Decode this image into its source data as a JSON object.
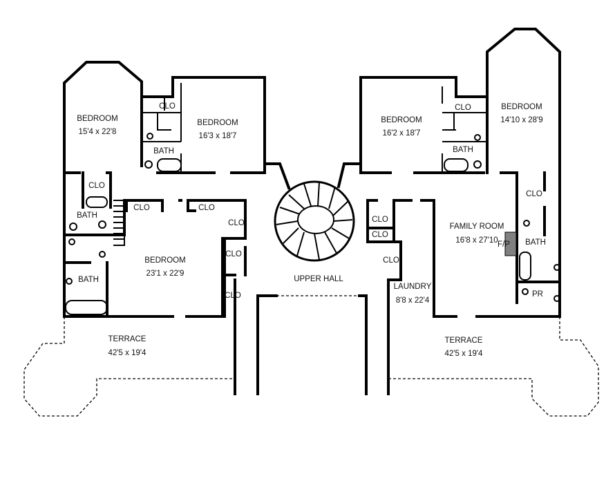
{
  "rooms": {
    "bedroom_nw": {
      "name": "BEDROOM",
      "size": "15'4 x 22'8"
    },
    "bedroom_n_left": {
      "name": "BEDROOM",
      "size": "16'3 x 18'7"
    },
    "bedroom_n_right": {
      "name": "BEDROOM",
      "size": "16'2 x 18'7"
    },
    "bedroom_ne": {
      "name": "BEDROOM",
      "size": "14'10 x 28'9"
    },
    "bedroom_sw": {
      "name": "BEDROOM",
      "size": "23'1 x 22'9"
    },
    "family_room": {
      "name": "FAMILY ROOM",
      "size": "16'8 x 27'10"
    },
    "laundry": {
      "name": "LAUNDRY",
      "size": "8'8 x 22'4"
    },
    "upper_hall": {
      "name": "UPPER HALL"
    },
    "terrace_left": {
      "name": "TERRACE",
      "size": "42'5 x 19'4"
    },
    "terrace_right": {
      "name": "TERRACE",
      "size": "42'5 x 19'4"
    }
  },
  "labels": {
    "clo": "CLO",
    "bath": "BATH",
    "fireplace": "F/P",
    "powder_room": "PR"
  },
  "colors": {
    "walls": "#000000",
    "fireplace": "#808080"
  }
}
